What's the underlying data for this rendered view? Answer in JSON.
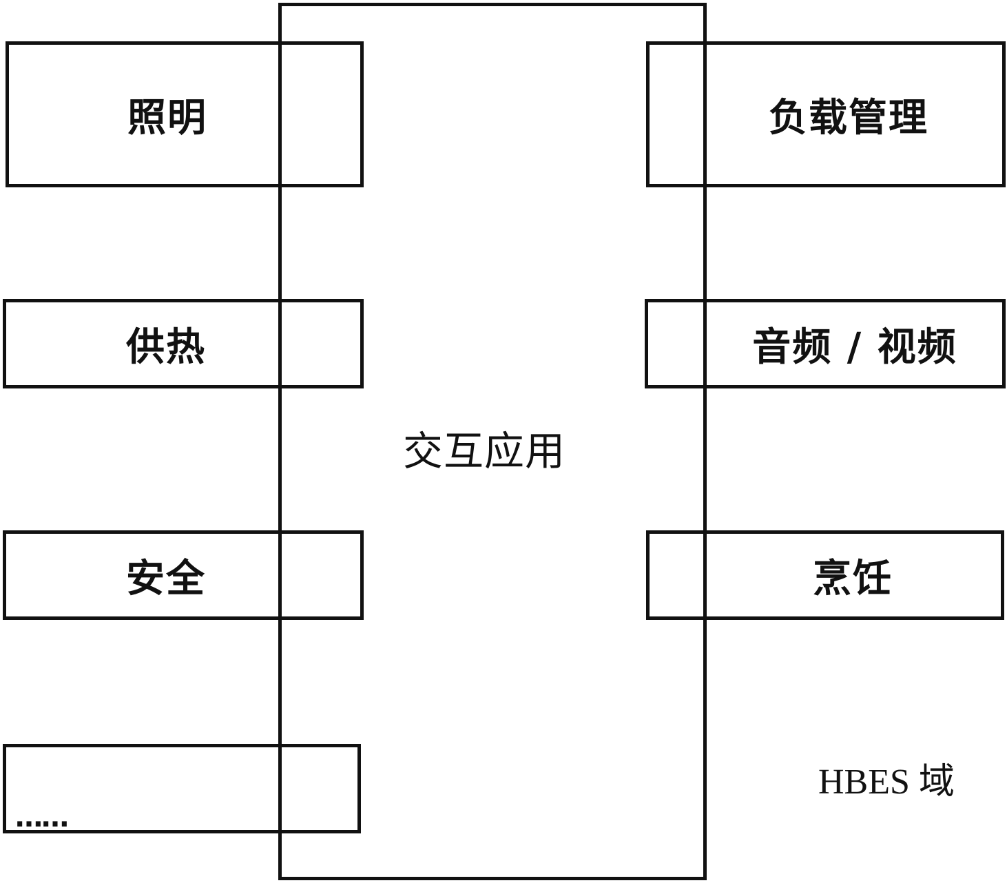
{
  "diagram": {
    "center": {
      "label": "交互应用"
    },
    "left_blocks": [
      {
        "label": "照明"
      },
      {
        "label": "供热"
      },
      {
        "label": "安全"
      },
      {
        "label": "……"
      }
    ],
    "right_blocks": [
      {
        "label": "负载管理"
      },
      {
        "label": "音频 / 视频"
      },
      {
        "label": "烹饪"
      }
    ],
    "domain_label": "HBES 域"
  }
}
